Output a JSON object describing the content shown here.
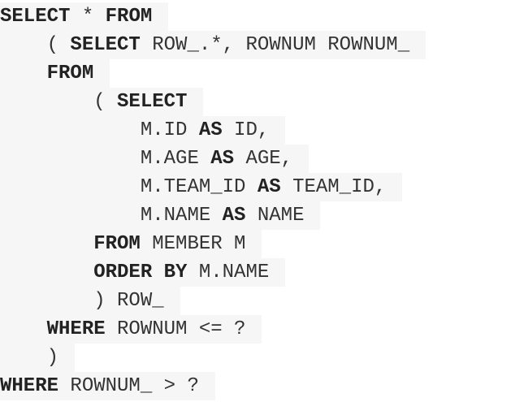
{
  "code": {
    "lines": [
      {
        "indent": "",
        "tokens": [
          {
            "text": "SELECT",
            "kw": true
          },
          {
            "text": " * ",
            "kw": false
          },
          {
            "text": "FROM",
            "kw": true
          }
        ]
      },
      {
        "indent": "    ",
        "tokens": [
          {
            "text": "( ",
            "kw": false
          },
          {
            "text": "SELECT",
            "kw": true
          },
          {
            "text": " ROW_.*, ROWNUM ROWNUM_",
            "kw": false
          }
        ]
      },
      {
        "indent": "    ",
        "tokens": [
          {
            "text": "FROM",
            "kw": true
          }
        ]
      },
      {
        "indent": "        ",
        "tokens": [
          {
            "text": "( ",
            "kw": false
          },
          {
            "text": "SELECT",
            "kw": true
          }
        ]
      },
      {
        "indent": "            ",
        "tokens": [
          {
            "text": "M.ID ",
            "kw": false
          },
          {
            "text": "AS",
            "kw": true
          },
          {
            "text": " ID,",
            "kw": false
          }
        ]
      },
      {
        "indent": "            ",
        "tokens": [
          {
            "text": "M.AGE ",
            "kw": false
          },
          {
            "text": "AS",
            "kw": true
          },
          {
            "text": " AGE,",
            "kw": false
          }
        ]
      },
      {
        "indent": "            ",
        "tokens": [
          {
            "text": "M.TEAM_ID ",
            "kw": false
          },
          {
            "text": "AS",
            "kw": true
          },
          {
            "text": " TEAM_ID,",
            "kw": false
          }
        ]
      },
      {
        "indent": "            ",
        "tokens": [
          {
            "text": "M.NAME ",
            "kw": false
          },
          {
            "text": "AS",
            "kw": true
          },
          {
            "text": " NAME",
            "kw": false
          }
        ]
      },
      {
        "indent": "        ",
        "tokens": [
          {
            "text": "FROM",
            "kw": true
          },
          {
            "text": " MEMBER M",
            "kw": false
          }
        ]
      },
      {
        "indent": "        ",
        "tokens": [
          {
            "text": "ORDER BY",
            "kw": true
          },
          {
            "text": " M.NAME",
            "kw": false
          }
        ]
      },
      {
        "indent": "        ",
        "tokens": [
          {
            "text": ") ROW_",
            "kw": false
          }
        ]
      },
      {
        "indent": "    ",
        "tokens": [
          {
            "text": "WHERE",
            "kw": true
          },
          {
            "text": " ROWNUM <= ?",
            "kw": false
          }
        ]
      },
      {
        "indent": "    ",
        "tokens": [
          {
            "text": ")",
            "kw": false
          }
        ]
      },
      {
        "indent": "",
        "tokens": [
          {
            "text": "WHERE",
            "kw": true
          },
          {
            "text": " ROWNUM_ > ?",
            "kw": false
          }
        ]
      }
    ]
  }
}
